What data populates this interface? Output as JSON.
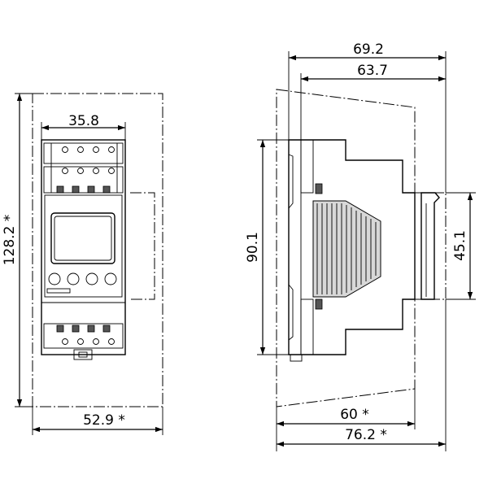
{
  "dimensions": {
    "front_width_inner": "35.8",
    "front_height_total": "128.2 *",
    "front_width_total": "52.9 *",
    "side_depth_top_outer": "69.2",
    "side_depth_top_inner": "63.7",
    "side_height_body": "90.1",
    "side_height_rail": "45.1",
    "side_depth_bottom_inner": "60 *",
    "side_depth_bottom_outer": "76.2 *"
  }
}
